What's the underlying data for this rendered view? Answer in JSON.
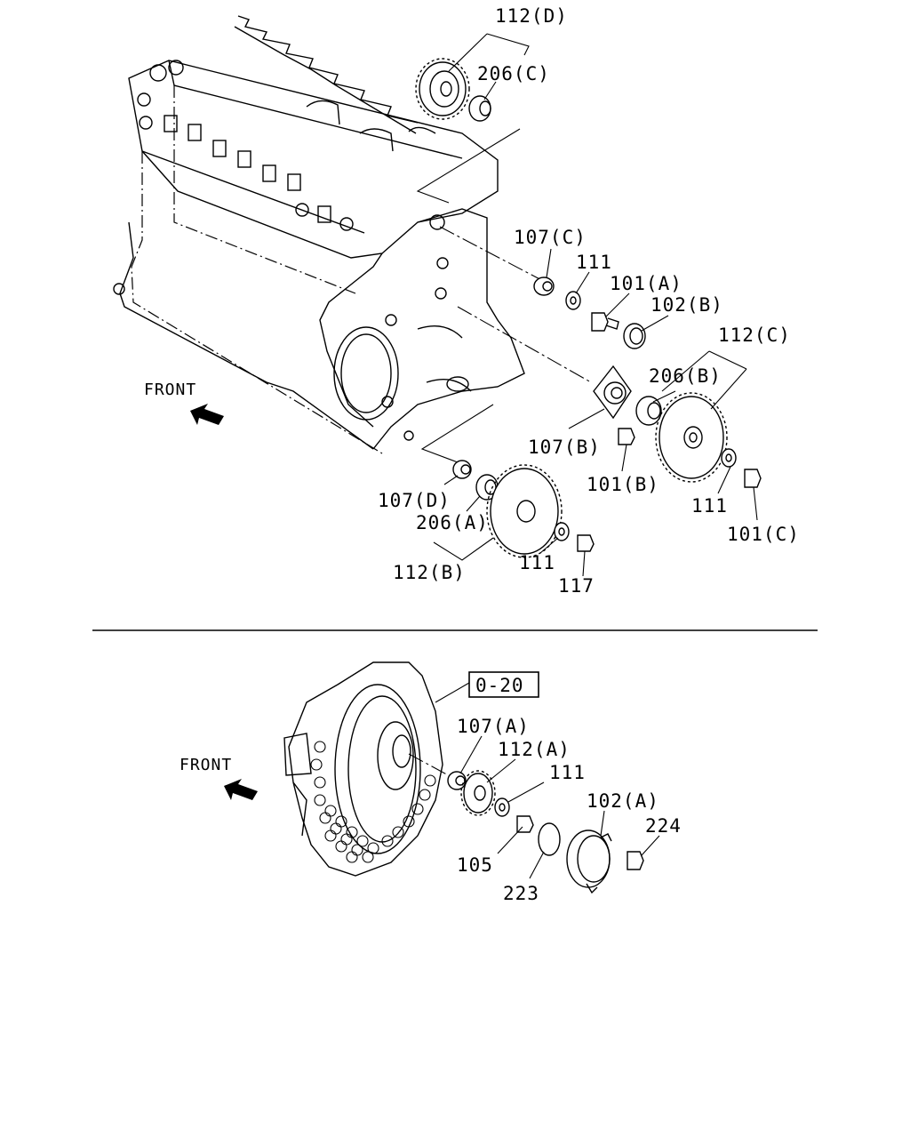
{
  "top": {
    "front_label": "FRONT",
    "labels": {
      "p112d": "112(D)",
      "p206c": "206(C)",
      "p107c": "107(C)",
      "p111a": "111",
      "p101a": "101(A)",
      "p102b": "102(B)",
      "p112c": "112(C)",
      "p206b": "206(B)",
      "p107b": "107(B)",
      "p101b": "101(B)",
      "p111b": "111",
      "p101c": "101(C)",
      "p107d": "107(D)",
      "p206a": "206(A)",
      "p112b": "112(B)",
      "p111c": "111",
      "p117": "117"
    }
  },
  "bottom": {
    "front_label": "FRONT",
    "ref_box": "0-20",
    "labels": {
      "p107a": "107(A)",
      "p112a": "112(A)",
      "p111": "111",
      "p102a": "102(A)",
      "p224": "224",
      "p105": "105",
      "p223": "223"
    }
  }
}
